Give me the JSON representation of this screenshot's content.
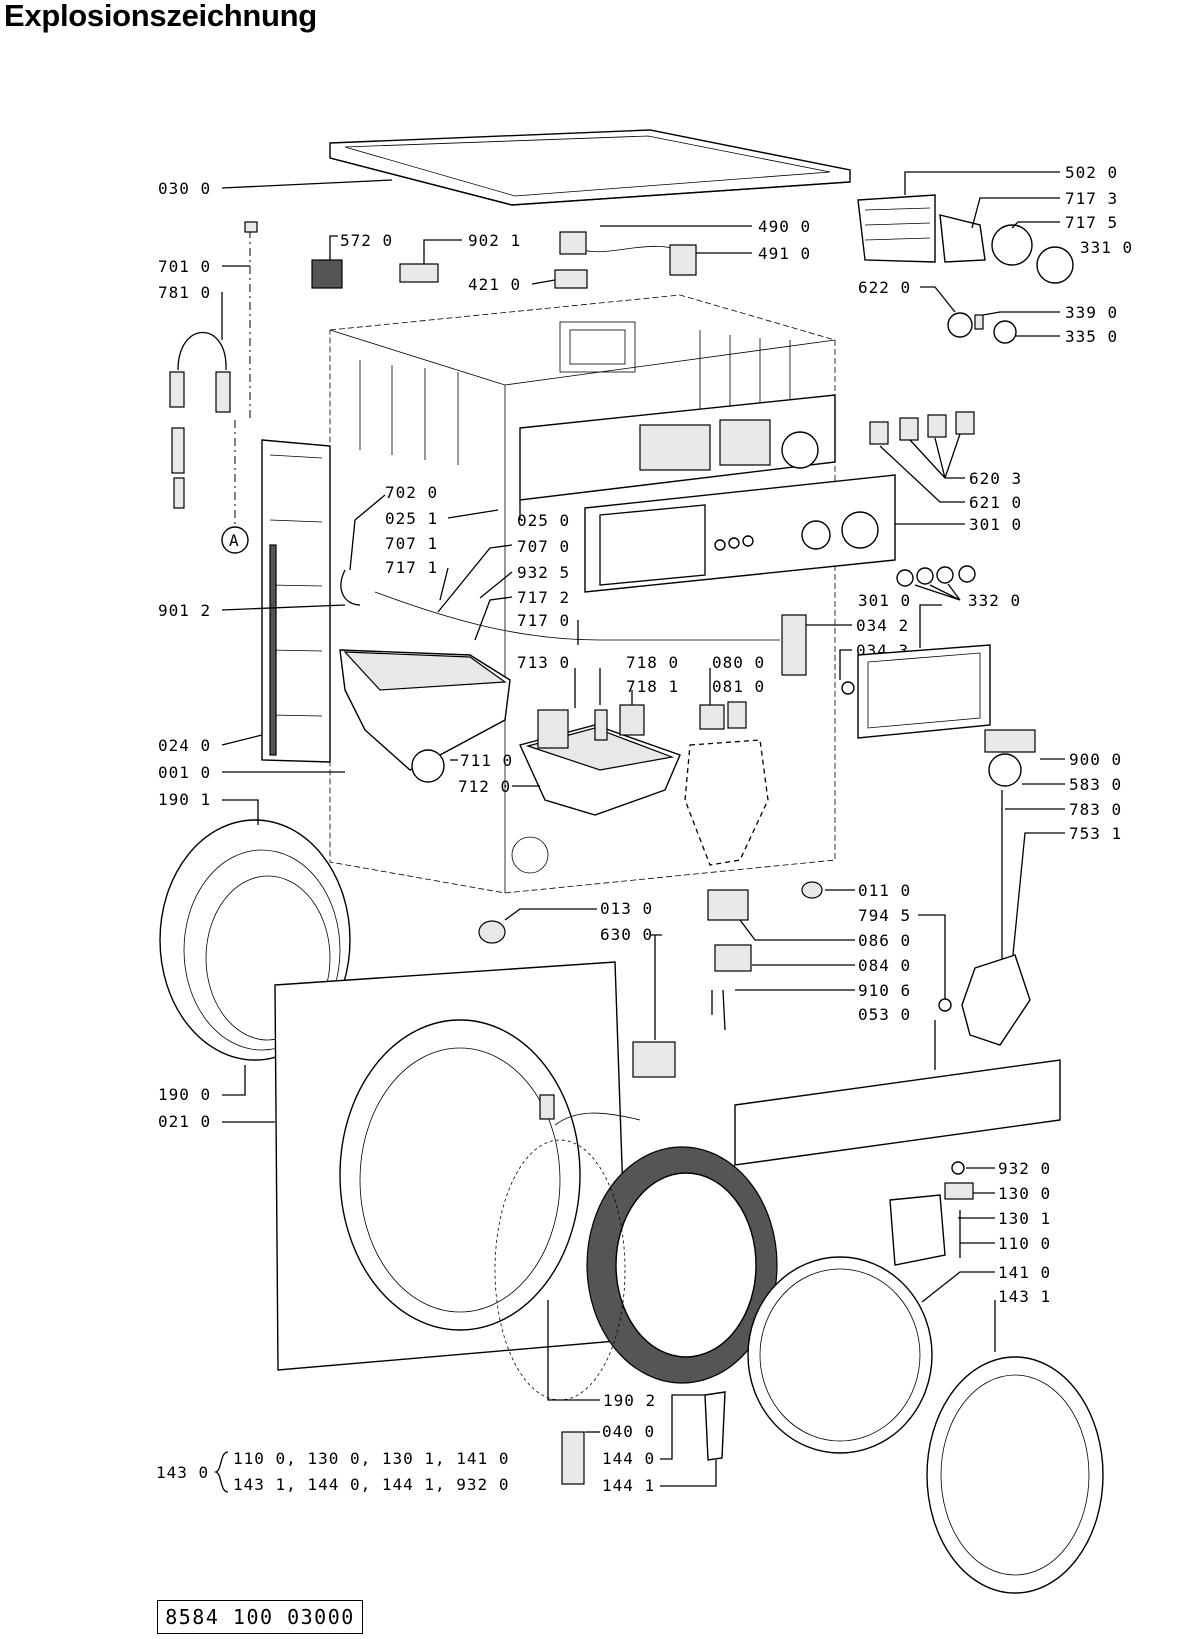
{
  "title": "Explosionszeichnung",
  "labels": {
    "l0300": "030 0",
    "l7010": "701 0",
    "l7810": "781 0",
    "l5720": "572 0",
    "l9021": "902 1",
    "l4900": "490 0",
    "l4910": "491 0",
    "l4210": "421 0",
    "l5020": "502 0",
    "l7173": "717 3",
    "l7175": "717 5",
    "l3310": "331 0",
    "l6220": "622 0",
    "l3390": "339 0",
    "l3350": "335 0",
    "l7020": "702 0",
    "l0251": "025 1",
    "l0250": "025 0",
    "l7071": "707 1",
    "l7070": "707 0",
    "l7171": "717 1",
    "l9325": "932 5",
    "l6203": "620 3",
    "l6210": "621 0",
    "l3010a": "301 0",
    "l9012": "901 2",
    "l7172": "717 2",
    "l7170": "717 0",
    "l3320": "332 0",
    "l3010b": "301 0",
    "l0342": "034 2",
    "l0343": "034 3",
    "l7130": "713 0",
    "l7180": "718 0",
    "l7181": "718 1",
    "l0800": "080 0",
    "l0810": "081 0",
    "l0240": "024 0",
    "l0010": "001 0",
    "l1901": "190 1",
    "l7110": "711 0",
    "l7120": "712 0",
    "l9000": "900 0",
    "l5830": "583 0",
    "l7830": "783 0",
    "l7531": "753 1",
    "l0110": "011 0",
    "l0130": "013 0",
    "l6300": "630 0",
    "l7945": "794 5",
    "l0860": "086 0",
    "l0840": "084 0",
    "l9106": "910 6",
    "l0530": "053 0",
    "l1900": "190 0",
    "l0210": "021 0",
    "l9320": "932 0",
    "l1300": "130 0",
    "l1301": "130 1",
    "l1100": "110 0",
    "l1410": "141 0",
    "l1431": "143 1",
    "l1902": "190 2",
    "l0400": "040 0",
    "l1440": "144 0",
    "l1441": "144 1",
    "lA": "A"
  },
  "kit": {
    "label": "143 0",
    "line1": "110 0, 130 0, 130 1, 141 0",
    "line2": "143 1, 144 0, 144 1, 932 0"
  },
  "code": "8584 100 03000"
}
